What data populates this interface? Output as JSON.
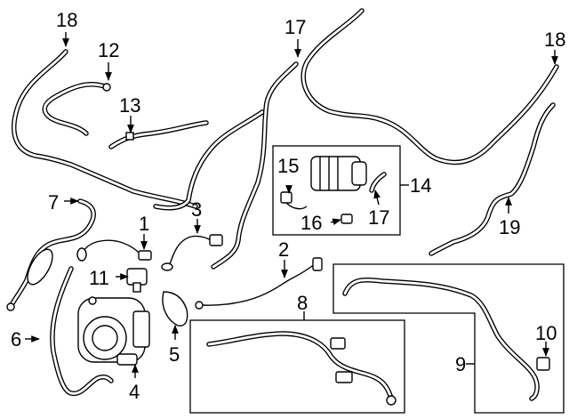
{
  "callouts": {
    "c1": "1",
    "c2": "2",
    "c3": "3",
    "c4": "4",
    "c5": "5",
    "c6": "6",
    "c7": "7",
    "c8": "8",
    "c9": "9",
    "c10": "10",
    "c11": "11",
    "c12": "12",
    "c13": "13",
    "c14": "14",
    "c15": "15",
    "c16": "16",
    "c17a": "17",
    "c17b": "17",
    "c18a": "18",
    "c18b": "18",
    "c19": "19"
  }
}
